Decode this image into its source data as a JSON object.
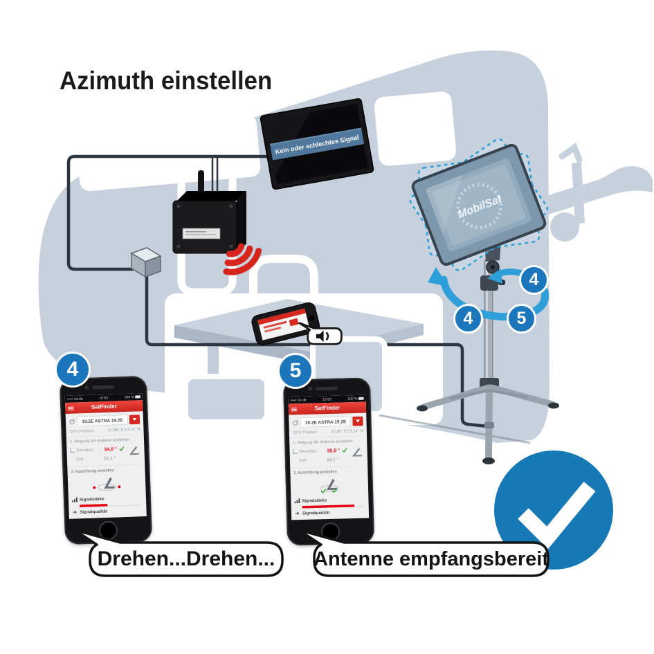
{
  "title": "Azimuth einstellen",
  "colors": {
    "caravan_gray": "#c7d1dd",
    "accent_blue": "#1b76bb",
    "arrow_blue": "#2e9fd8",
    "signal_red": "#d6281e",
    "app_value_red": "#e30613",
    "success_green": "#3aaa35",
    "check_circle_blue": "#1678b5",
    "cable_dark": "#2c3540",
    "tv_banner_blue": "#50779c"
  },
  "caravan_scene": {
    "tv_message": "Kein oder schlechtes Signal",
    "antenna_brand": "MobilSat"
  },
  "badges": {
    "step4": "4",
    "step5": "5"
  },
  "icons": {
    "speaker": "speaker-icon",
    "wifi": "wifi-waves-icon",
    "success": "check-icon",
    "chevron_down": "chevron-down-icon",
    "hamburger": "hamburger-menu-icon",
    "signal_bars": "signal-bars-icon"
  },
  "speech_bubbles": {
    "left": "Drehen...Drehen...",
    "right": "Antenne empfangsbereit"
  },
  "phones": [
    {
      "badge": "4",
      "status_carrier": "••••• o2-de",
      "status_time": "10:53",
      "status_battery": "100 %",
      "app_title": "SatFinder",
      "satellite": "19.2E ASTRA 19.2E",
      "gps_label": "GPS Position:",
      "gps_value": "47,86° E/13,14° N",
      "step1": "1. Neigung der Antenne einstellen",
      "elevation_label": "Elevation:",
      "elevation_value": "34,0 °",
      "target_label": "Soll:",
      "target_value": "34,1 °",
      "step2": "2. Ausrichtung einstellen",
      "signal_strength_label": "Signalstärke",
      "signal_quality_label": "Signalqualität",
      "signal_strength_pct": 45,
      "aligned": false
    },
    {
      "badge": "5",
      "status_carrier": "••••• o2-de",
      "status_time": "10:53",
      "status_battery": "100 %",
      "app_title": "SatFinder",
      "satellite": "19.2E ASTRA 19.2E",
      "gps_label": "GPS Position:",
      "gps_value": "47,86° E/13,14° N",
      "step1": "1. Neigung der Antenne einstellen",
      "elevation_label": "Elevation:",
      "elevation_value": "35,0 °",
      "target_label": "Soll:",
      "target_value": "34,1 °",
      "step2": "2. Ausrichtung einstellen",
      "signal_strength_label": "Signalstärke",
      "signal_quality_label": "Signalqualität",
      "signal_strength_pct": 85,
      "aligned": true
    }
  ]
}
